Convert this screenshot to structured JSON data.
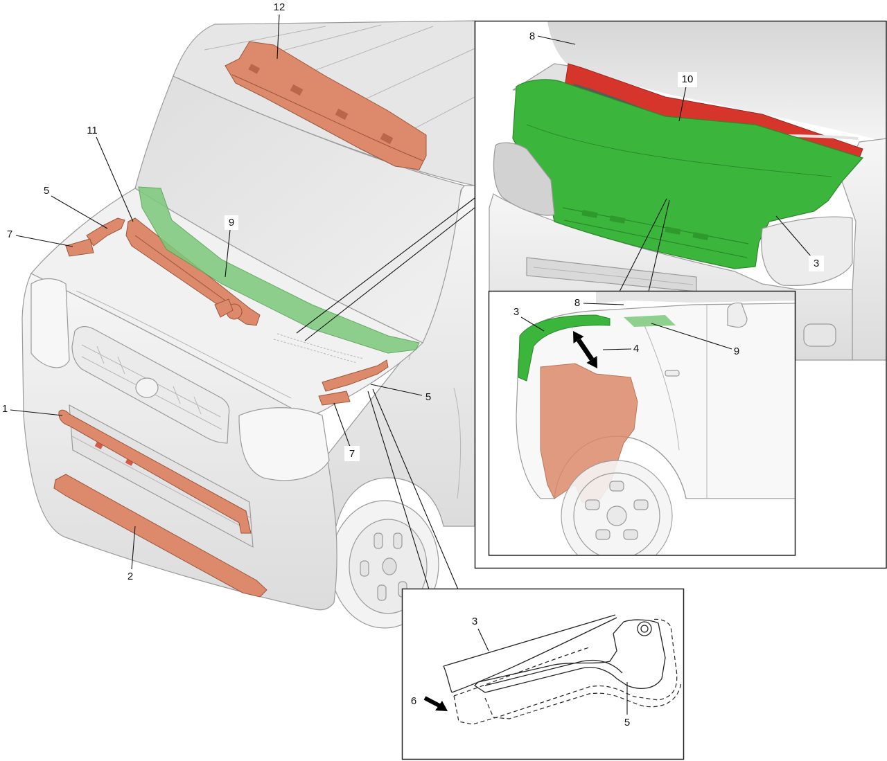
{
  "colors": {
    "orange_part": "#dc8a6b",
    "green_part": "#3cb53c",
    "green_translucent": "#7cc97c",
    "red_part": "#d6352b",
    "body_outline": "#9a9a9a"
  },
  "main_view": {
    "callouts": [
      "12",
      "11",
      "5",
      "7",
      "9",
      "1",
      "2",
      "5",
      "7"
    ]
  },
  "hood_detail": {
    "callouts": [
      "8",
      "10",
      "3"
    ]
  },
  "side_detail": {
    "callouts": [
      "8",
      "3",
      "4",
      "9"
    ]
  },
  "hinge_detail": {
    "callouts": [
      "3",
      "6",
      "5"
    ]
  }
}
